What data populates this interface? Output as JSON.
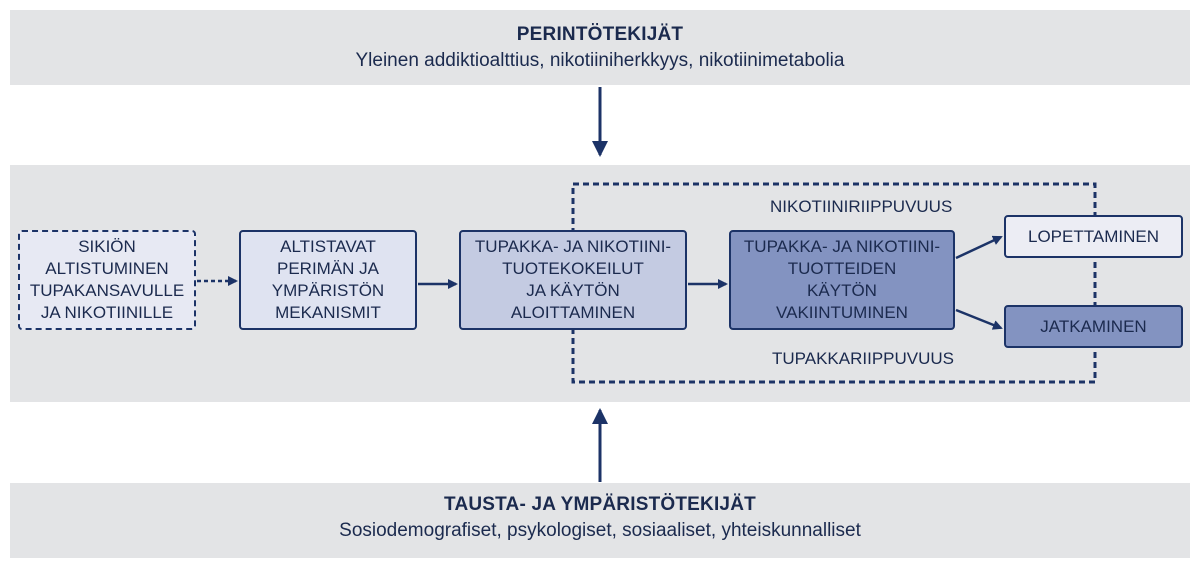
{
  "top_band": {
    "title": "PERINTÖTEKIJÄT",
    "subtitle": "Yleinen addiktioalttius, nikotiiniherkkyys, nikotiinimetabolia"
  },
  "bottom_band": {
    "title": "TAUSTA- JA YMPÄRISTÖTEKIJÄT",
    "subtitle": "Sosiodemografiset, psykologiset, sosiaaliset, yhteiskunnalliset"
  },
  "nodes": {
    "sikion": [
      "SIKIÖN",
      "ALTISTUMINEN",
      "TUPAKANSAVULLE",
      "JA NIKOTIINILLE"
    ],
    "altistavat": [
      "ALTISTAVAT",
      "PERIMÄN JA",
      "YMPÄRISTÖN",
      "MEKANISMIT"
    ],
    "kokeilut": [
      "TUPAKKA- JA NIKOTIINI-",
      "TUOTEKOKEILUT",
      "JA KÄYTÖN",
      "ALOITTAMINEN"
    ],
    "vakiintuminen": [
      "TUPAKKA- JA NIKOTIINI-",
      "TUOTTEIDEN",
      "KÄYTÖN",
      "VAKIINTUMINEN"
    ],
    "lopettaminen": "LOPETTAMINEN",
    "jatkaminen": "JATKAMINEN"
  },
  "region_labels": {
    "nikotiiniriippuvuus": "NIKOTIINIRIIPPUVUUS",
    "tupakkariippuvuus": "TUPAKKARIIPPUVUUS"
  },
  "colors": {
    "navy": "#1c3367",
    "band_gray": "#e3e4e6",
    "box_light": "#dfe3f1",
    "box_mid": "#c4cbe2",
    "box_dark": "#8393c1"
  }
}
